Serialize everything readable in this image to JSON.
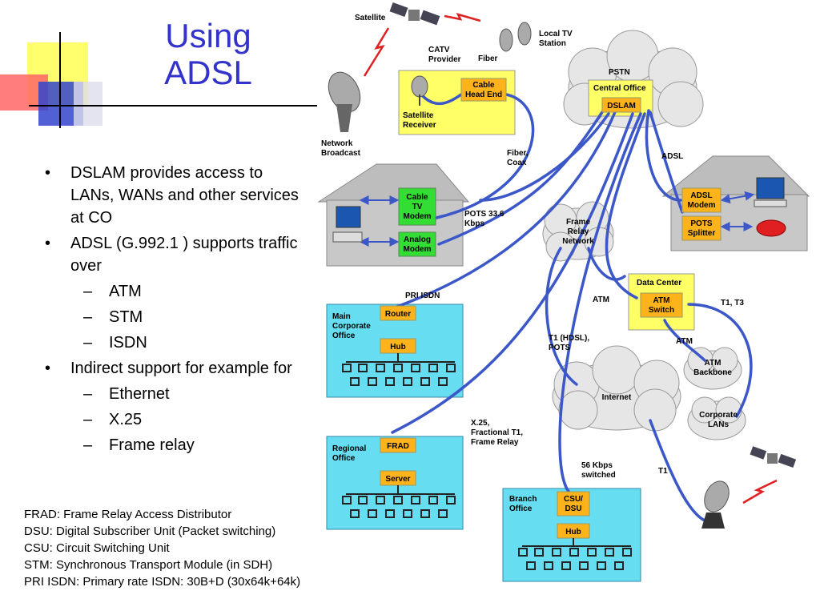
{
  "slide": {
    "title_line1": "Using",
    "title_line2": "ADSL",
    "bullets": [
      {
        "level": 1,
        "text": "DSLAM provides access to LANs, WANs and other services at CO"
      },
      {
        "level": 1,
        "text": "ADSL (G.992.1 ) supports traffic over"
      },
      {
        "level": 2,
        "text": "ATM"
      },
      {
        "level": 2,
        "text": "STM"
      },
      {
        "level": 2,
        "text": "ISDN"
      },
      {
        "level": 1,
        "text": "Indirect support for example for"
      },
      {
        "level": 2,
        "text": "Ethernet"
      },
      {
        "level": 2,
        "text": "X.25"
      },
      {
        "level": 2,
        "text": "Frame relay"
      }
    ],
    "glossary": [
      "FRAD: Frame Relay Access Distributor",
      "DSU: Digital Subscriber Unit (Packet switching)",
      "CSU: Circuit Switching Unit",
      "STM: Synchronous Transport Module (in SDH)",
      "PRI ISDN: Primary rate ISDN: 30B+D (30x64k+64k)"
    ]
  },
  "diagram": {
    "satellite_label": "Satellite",
    "catv_provider": [
      "CATV",
      "Provider"
    ],
    "local_tv": [
      "Local TV",
      "Station"
    ],
    "fiber": "Fiber",
    "network_broadcast": [
      "Network",
      "Broadcast"
    ],
    "cable_head_end": [
      "Cable",
      "Head End"
    ],
    "satellite_receiver": [
      "Satellite",
      "Receiver"
    ],
    "pstn": "PSTN",
    "central_office": "Central Office",
    "dslam": "DSLAM",
    "adsl": "ADSL",
    "fiber_coax": [
      "Fiber,",
      "Coax"
    ],
    "cable_tv_modem": [
      "Cable",
      "TV",
      "Modem"
    ],
    "analog_modem": [
      "Analog",
      "Modem"
    ],
    "pots_336": [
      "POTS 33.6",
      "Kbps"
    ],
    "frame_relay_network": [
      "Frame",
      "Relay",
      "Network"
    ],
    "adsl_modem": [
      "ADSL",
      "Modem"
    ],
    "pots_splitter": [
      "POTS",
      "Splitter"
    ],
    "pri_isdn": "PRI ISDN",
    "main_corporate_office": [
      "Main",
      "Corporate",
      "Office"
    ],
    "router": "Router",
    "hub": "Hub",
    "data_center": "Data Center",
    "atm": "ATM",
    "atm_switch": [
      "ATM",
      "Switch"
    ],
    "t1_t3": "T1, T3",
    "t1_hdsl": [
      "T1 (HDSL),",
      "POTS"
    ],
    "atm_backbone": [
      "ATM",
      "Backbone"
    ],
    "internet": "Internet",
    "corporate_lans": [
      "Corporate",
      "LANs"
    ],
    "x25_frac": [
      "X.25,",
      "Fractional T1,",
      "Frame Relay"
    ],
    "regional_office": [
      "Regional",
      "Office"
    ],
    "frad": "FRAD",
    "server": "Server",
    "kbps56": [
      "56 Kbps",
      "switched"
    ],
    "t1": "T1",
    "branch_office": [
      "Branch",
      "Office"
    ],
    "csu_dsu": [
      "CSU/",
      "DSU"
    ]
  },
  "colors": {
    "title": "#3333cc",
    "link_line": "#3b57c8",
    "yellow_box": "#ffff66",
    "orange_box": "#ffb31a",
    "green_box": "#33dd33",
    "cyan_box": "#66ddf0",
    "house_gray": "#bdbdbd",
    "cloud": "#e6e6e6",
    "radio_red": "#e02020"
  }
}
